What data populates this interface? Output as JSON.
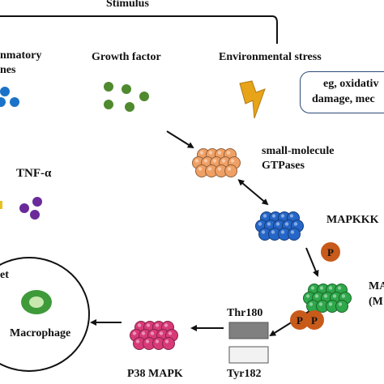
{
  "stimulus": {
    "title": "Stimulus",
    "inflammatory_line1": "nmatory",
    "inflammatory_line2": "nes",
    "growth_factor": "Growth factor",
    "environmental_stress": "Environmental stress",
    "stress_box_line1": "eg, oxidativ",
    "stress_box_line2": "damage, mec"
  },
  "tnf": "TNF-α",
  "cascade": {
    "gtpases_line1": "small-molecule",
    "gtpases_line2": "GTPases",
    "mapkkk": "MAPKKK",
    "mapkk_line1": "MA",
    "mapkk_line2": "(M",
    "phospho": "P",
    "thr": "Thr180",
    "tyr": "Tyr182",
    "p38": "P38 MAPK"
  },
  "target": {
    "label": "et",
    "macrophage": "Macrophage"
  },
  "colors": {
    "inflammatory_dots": "#1a73c8",
    "growth_dots": "#4f8a2e",
    "tnf_dots": "#6a2a9a",
    "gtpase": "#f0a064",
    "mapkkk": "#2566c8",
    "mapkk": "#2ea84a",
    "p38": "#d83a78",
    "phospho": "#c85a1a",
    "lightning": "#e8a418",
    "macrophage": "#3f9a3a"
  }
}
